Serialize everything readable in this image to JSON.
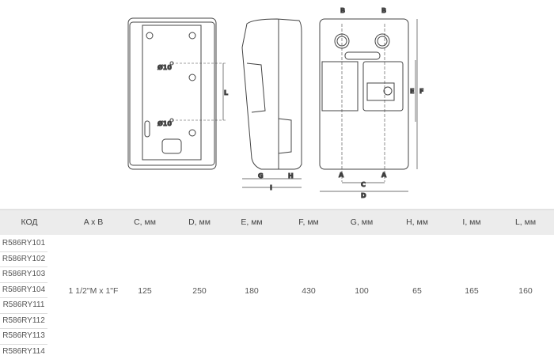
{
  "drawing": {
    "labels": {
      "diameter": "Ø10",
      "L": "L",
      "G": "G",
      "H": "H",
      "I": "I",
      "A": "A",
      "B": "B",
      "C": "C",
      "D": "D",
      "E": "E",
      "F": "F"
    }
  },
  "table": {
    "headers": [
      "КОД",
      "A x B",
      "C, мм",
      "D, мм",
      "E, мм",
      "F, мм",
      "G, мм",
      "H, мм",
      "I, мм",
      "L, мм"
    ],
    "codes": [
      "R586RY101",
      "R586RY102",
      "R586RY103",
      "R586RY104",
      "R586RY111",
      "R586RY112",
      "R586RY113",
      "R586RY114"
    ],
    "values": [
      "1 1/2\"M x 1\"F",
      "125",
      "250",
      "180",
      "430",
      "100",
      "65",
      "165",
      "160"
    ]
  }
}
